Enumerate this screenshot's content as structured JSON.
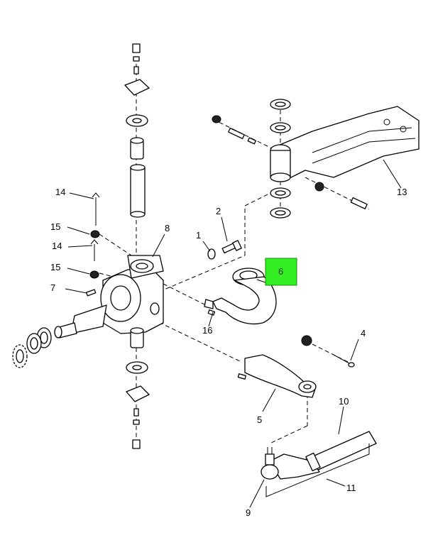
{
  "callouts": {
    "c1": "1",
    "c2": "2",
    "c4": "4",
    "c5": "5",
    "c6": "6",
    "c7": "7",
    "c8": "8",
    "c9": "9",
    "c10": "10",
    "c11": "11",
    "c13": "13",
    "c14a": "14",
    "c14b": "14",
    "c15a": "15",
    "c15b": "15",
    "c16": "16"
  },
  "colors": {
    "highlight": "#33ee22",
    "ink": "#000000"
  },
  "highlighted_part": "6"
}
